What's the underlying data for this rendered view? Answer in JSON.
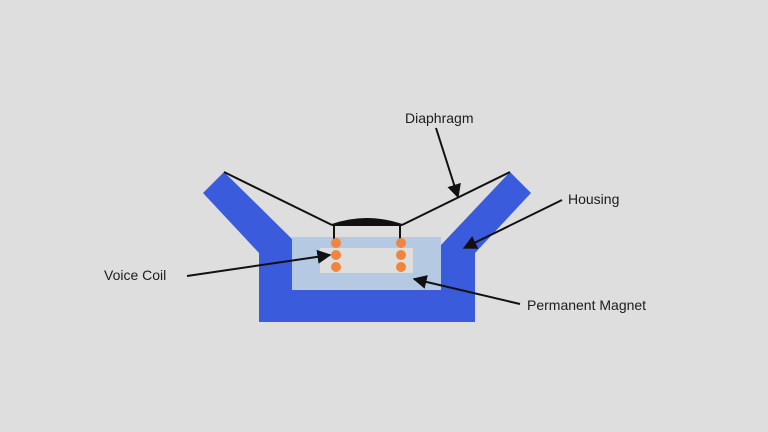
{
  "labels": {
    "diaphragm": "Diaphragm",
    "housing": "Housing",
    "voice_coil": "Voice Coil",
    "permanent_magnet": "Permanent Magnet"
  },
  "colors": {
    "background": "#dedede",
    "housing": "#3a5cdc",
    "magnet": "#b5c9e3",
    "coil": "#f2853c",
    "line": "#111111"
  }
}
